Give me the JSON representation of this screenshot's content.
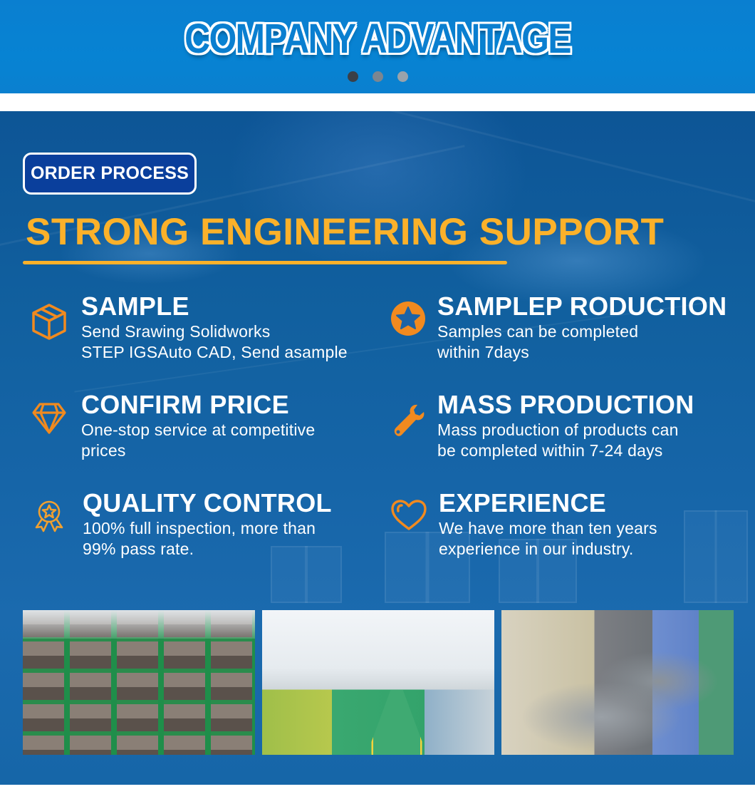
{
  "banner": {
    "title": "COMPANY ADVANTAGE",
    "background_color": "#0783d3",
    "carousel_dots": [
      {
        "state": "active",
        "color": "#3a3f47"
      },
      {
        "state": "inactive",
        "color": "#7d8690"
      },
      {
        "state": "inactive",
        "color": "#9aa3ab"
      }
    ]
  },
  "section": {
    "badge": "ORDER PROCESS",
    "headline": "STRONG ENGINEERING SUPPORT",
    "accent_color": "#fbb12a",
    "icon_color": "#f18a1f"
  },
  "features": [
    {
      "icon": "box-icon",
      "title": "SAMPLE",
      "desc_line1": "Send Srawing Solidworks",
      "desc_line2": "STEP IGSAuto CAD, Send asample"
    },
    {
      "icon": "star-circle-icon",
      "title": "SAMPLEP RODUCTION",
      "desc_line1": "Samples can be completed",
      "desc_line2": "within 7days"
    },
    {
      "icon": "diamond-icon",
      "title": "CONFIRM PRICE",
      "desc_line1": "One-stop service at competitive",
      "desc_line2": "prices"
    },
    {
      "icon": "wrench-icon",
      "title": "MASS PRODUCTION",
      "desc_line1": "Mass production of products can",
      "desc_line2": "be completed within 7-24 days"
    },
    {
      "icon": "award-ribbon-icon",
      "title": "QUALITY CONTROL",
      "desc_line1": "100% full inspection, more than",
      "desc_line2": "99% pass rate."
    },
    {
      "icon": "heart-icon",
      "title": "EXPERIENCE",
      "desc_line1": "We have more than ten years",
      "desc_line2": "experience in our industry."
    }
  ],
  "photos": [
    {
      "subject": "green mold storage racks"
    },
    {
      "subject": "punch press factory floor"
    },
    {
      "subject": "metal stamped parts in bins"
    }
  ]
}
